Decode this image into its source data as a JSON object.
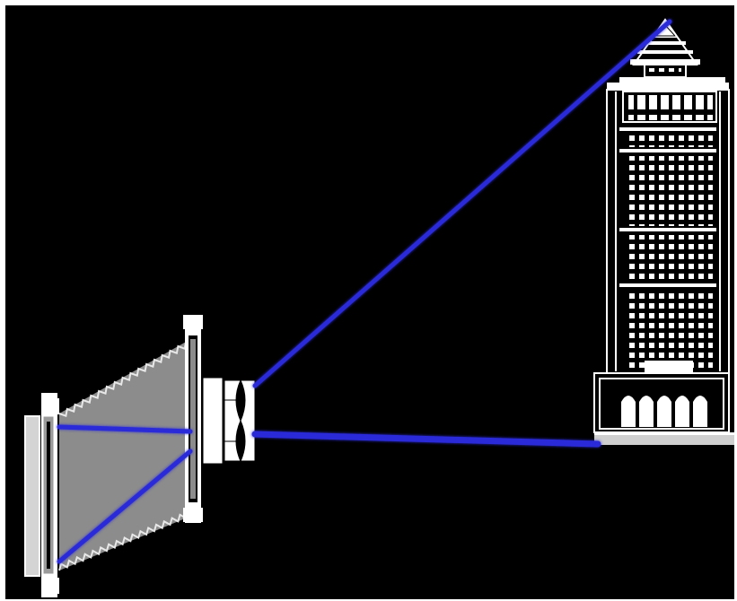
{
  "diagram": {
    "kind": "view-camera-perspective-illustration",
    "background_color": "#000000",
    "frame_color": "#ffffff",
    "ray_color": "#2a2ad8",
    "camera_body_color": "#8c8c8c",
    "structure_color": "#e6e6e6",
    "elements": [
      "camera-back",
      "bellows",
      "front-standard",
      "lens",
      "building",
      "light-ray-top",
      "light-ray-bottom"
    ]
  }
}
